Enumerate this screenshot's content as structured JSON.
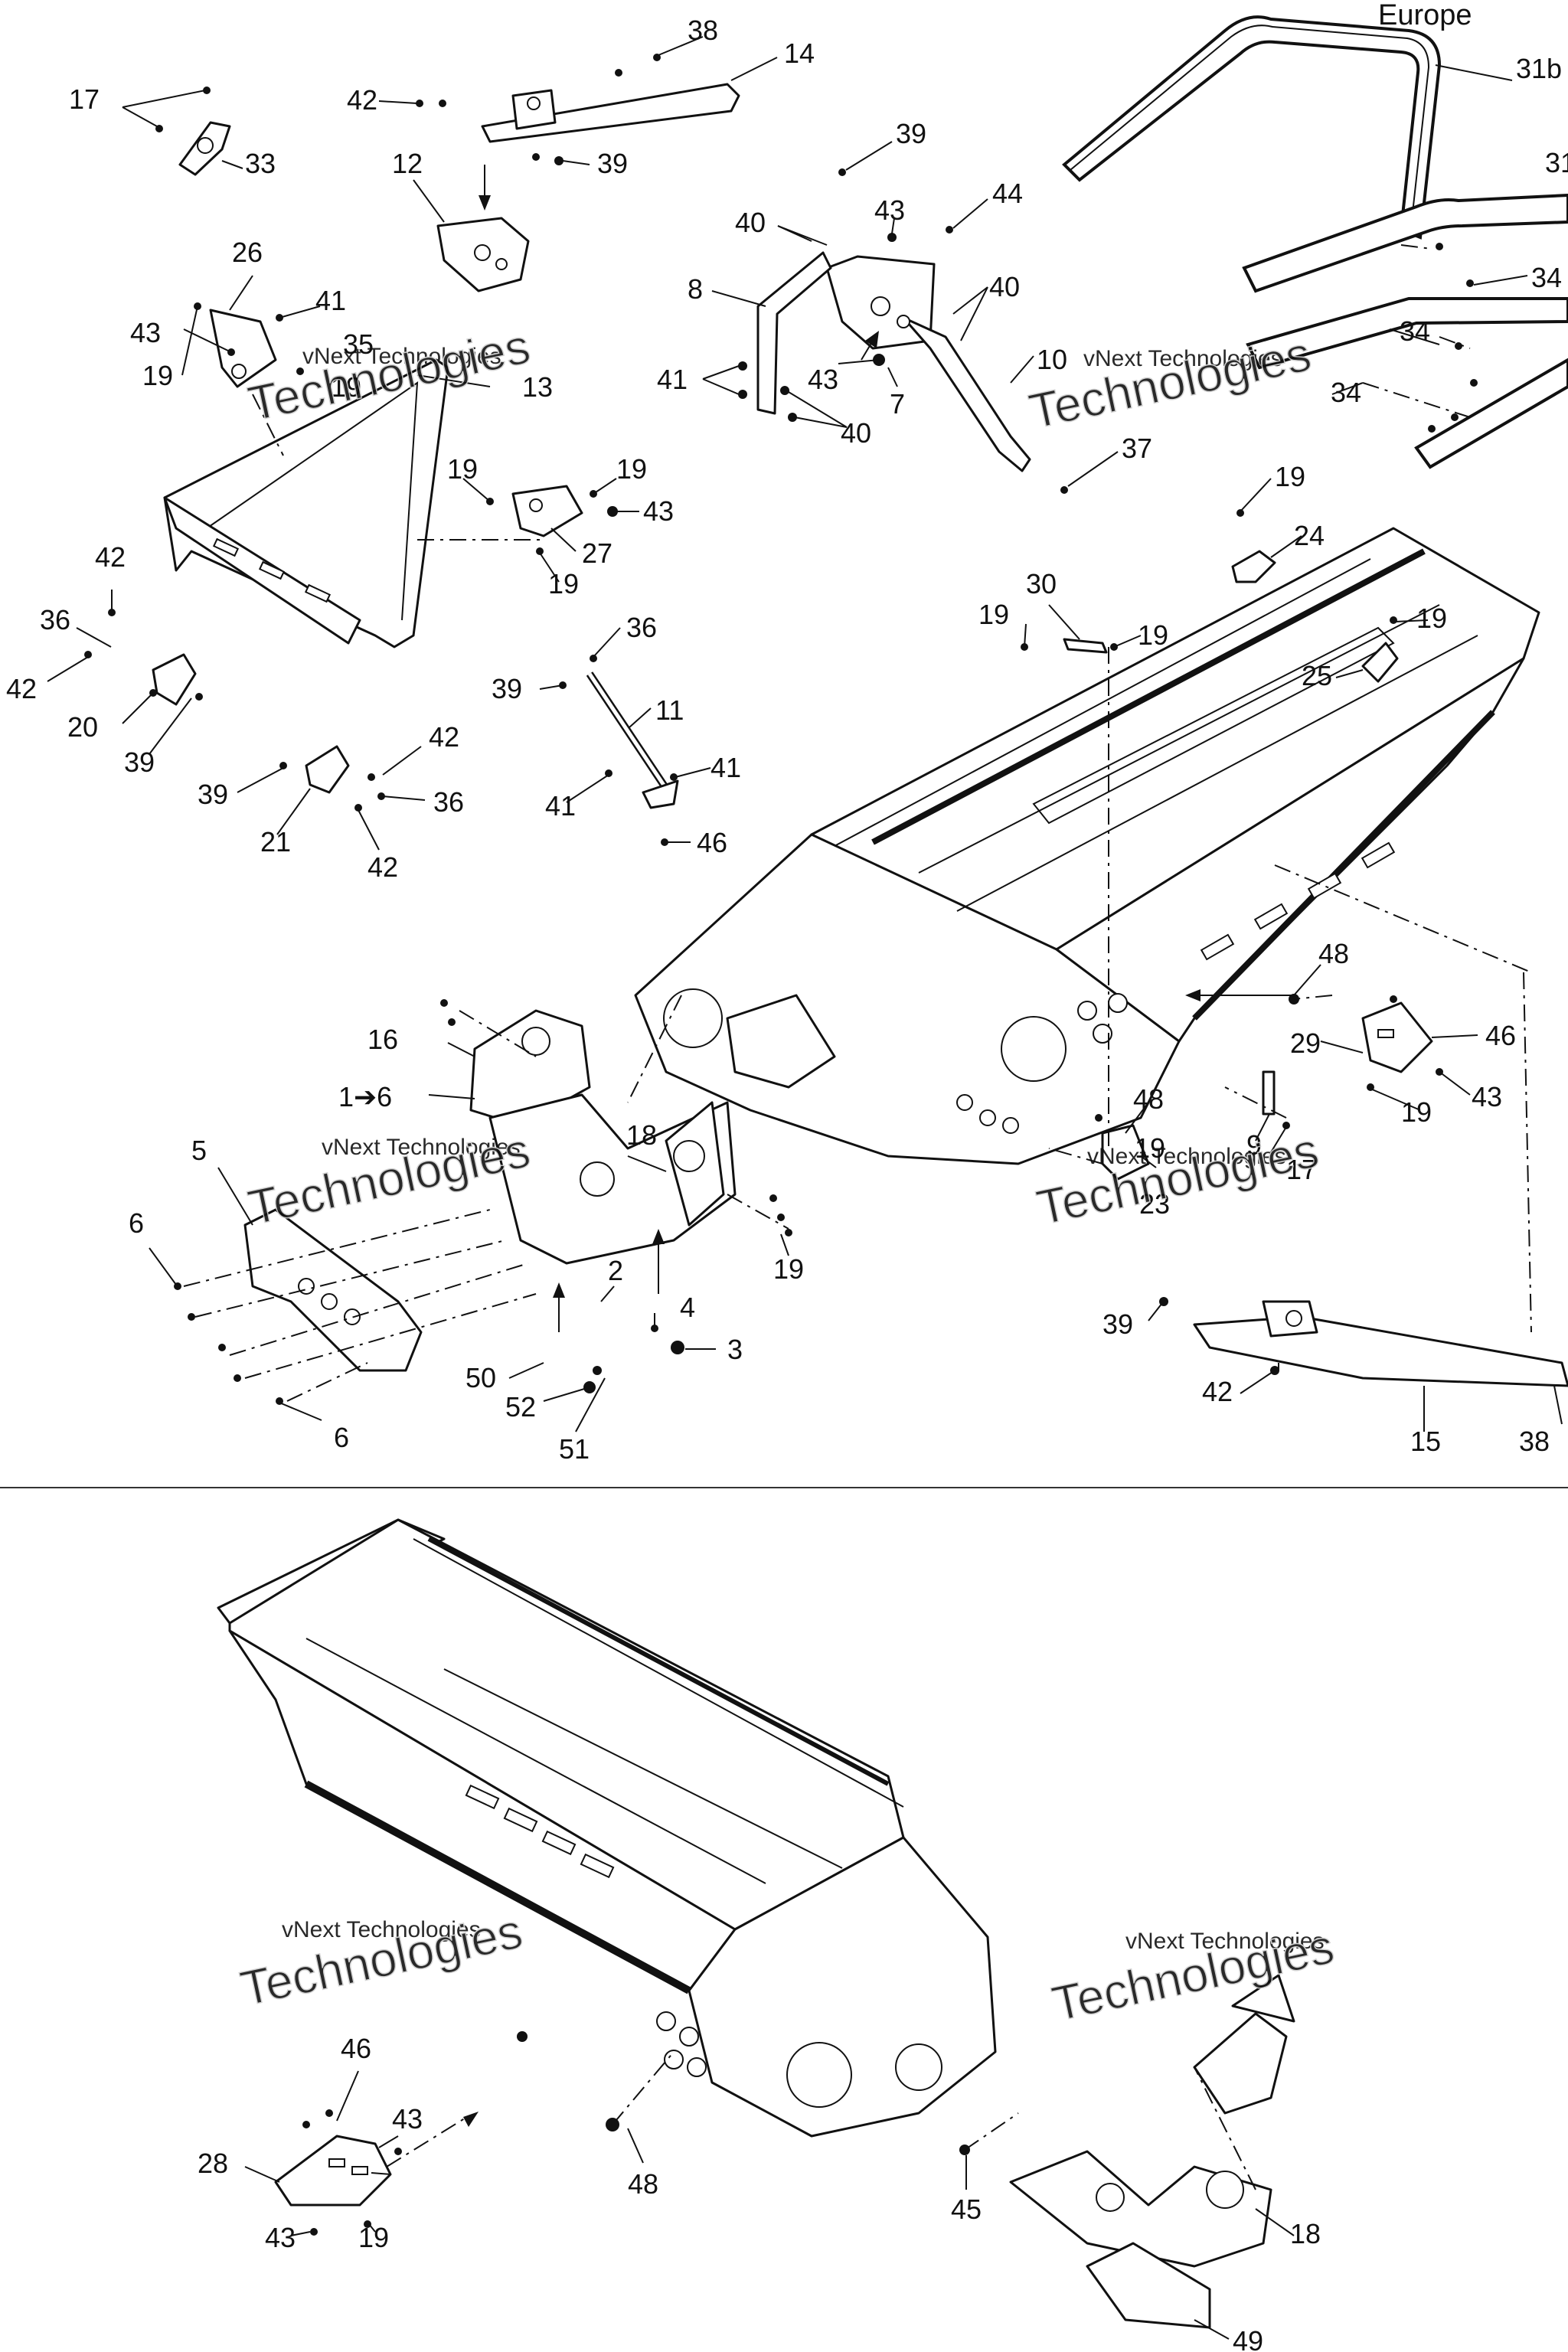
{
  "header": {
    "region_label": "Europe"
  },
  "callouts": {
    "c38a": "38",
    "c14": "14",
    "c17a": "17",
    "c42a": "42",
    "c33": "33",
    "c12": "12",
    "c39a": "39",
    "c39b": "39",
    "c44": "44",
    "c43a": "43",
    "c40a": "40",
    "c8": "8",
    "c40b": "40",
    "c26": "26",
    "c41a": "41",
    "c43b": "43",
    "c35": "35",
    "c19a": "19",
    "c19b": "19",
    "c13": "13",
    "c41b": "41",
    "c43c": "43",
    "c7": "7",
    "c10": "10",
    "c40c": "40",
    "c37": "37",
    "c31b": "31b",
    "c31": "31",
    "c34a": "34",
    "c34b": "34",
    "c34c": "34",
    "c19c": "19",
    "c19d": "19",
    "c43d": "43",
    "c27": "27",
    "c19e": "19",
    "c42b": "42",
    "c36a": "36",
    "c42c": "42",
    "c20": "20",
    "c39c": "39",
    "c36b": "36",
    "c39d": "39",
    "c11": "11",
    "c42d": "42",
    "c39e": "39",
    "c36c": "36",
    "c21": "21",
    "c42e": "42",
    "c41c": "41",
    "c41d": "41",
    "c46a": "46",
    "c19f": "19",
    "c24": "24",
    "c30": "30",
    "c19g": "19",
    "c19h": "19",
    "c19i": "19",
    "c25": "25",
    "c16": "16",
    "c1to6": "1➔6",
    "c5": "5",
    "c18a": "18",
    "c6a": "6",
    "c19j": "19",
    "c2": "2",
    "c4": "4",
    "c3": "3",
    "c50": "50",
    "c52": "52",
    "c51": "51",
    "c6b": "6",
    "c48a": "48",
    "c29": "29",
    "c46b": "46",
    "c43e": "43",
    "c19k": "19",
    "c48b": "48",
    "c9": "9",
    "c19l": "19",
    "c17b": "17",
    "c23": "23",
    "c39f": "39",
    "c42f": "42",
    "c15": "15",
    "c38b": "38",
    "c46c": "46",
    "c43f": "43",
    "c28": "28",
    "c43g": "43",
    "c19m": "19",
    "c48c": "48",
    "c45": "45",
    "c18b": "18",
    "c49": "49"
  },
  "watermark": {
    "text": "vNext Technologies",
    "big_text": "Technologies"
  }
}
